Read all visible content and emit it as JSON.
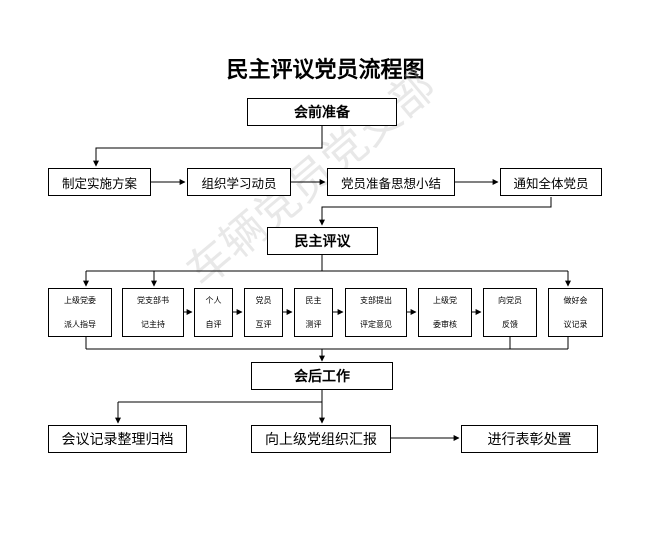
{
  "title": "民主评议党员流程图",
  "stage1": {
    "header": "会前准备",
    "steps": [
      "制定实施方案",
      "组织学习动员",
      "党员准备思想小结",
      "通知全体党员"
    ]
  },
  "stage2": {
    "header": "民主评议",
    "steps": [
      [
        "上级党委",
        "派人指导"
      ],
      [
        "党支部书",
        "记主持"
      ],
      [
        "个人",
        "自评"
      ],
      [
        "党员",
        "互评"
      ],
      [
        "民主",
        "测评"
      ],
      [
        "支部提出",
        "评定意见"
      ],
      [
        "上级党",
        "委审核"
      ],
      [
        "向党员",
        "反馈"
      ],
      [
        "做好会",
        "议记录"
      ]
    ]
  },
  "stage3": {
    "header": "会后工作",
    "steps": [
      "会议记录整理归档",
      "向上级党组织汇报",
      "进行表彰处置"
    ]
  },
  "watermark": "车辆党员党支部"
}
